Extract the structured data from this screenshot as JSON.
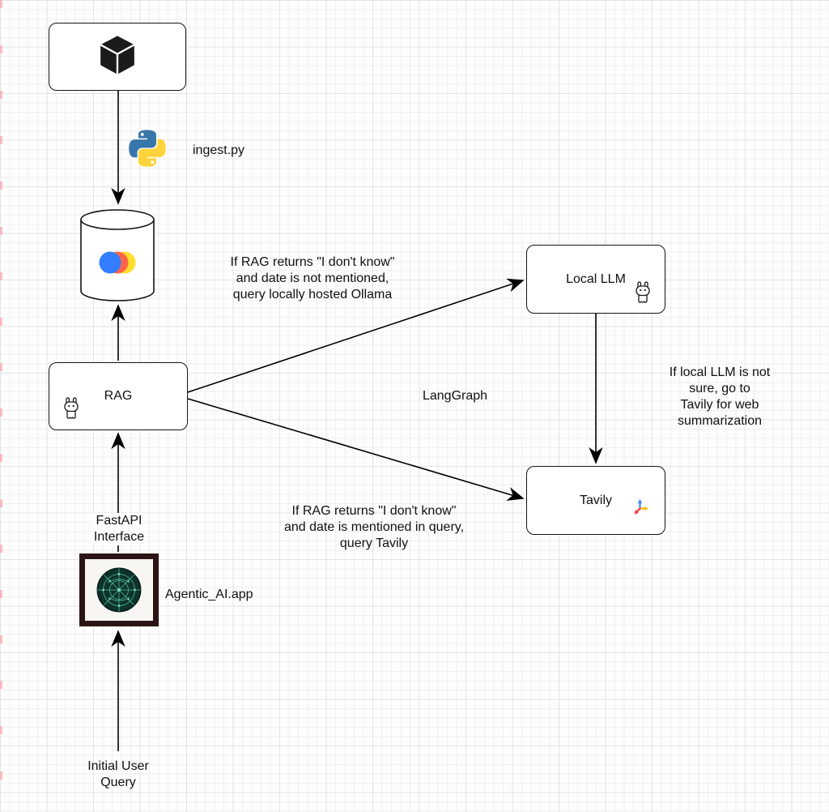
{
  "colors": {
    "stroke": "#000000",
    "background": "#fdfdfd",
    "grid_minor": "#f0f0f0",
    "grid_major": "#e3e3e3",
    "python_blue": "#3776AB",
    "python_yellow": "#FFD43B",
    "chroma_blue": "#327EFF",
    "chroma_red": "#FF6446",
    "chroma_yellow": "#FFDE2D",
    "tavily_blue": "#468BFF",
    "tavily_red": "#FE363B",
    "tavily_orange": "#FDBB11",
    "app_frame": "#2d1414",
    "app_circle": "#0d332c",
    "app_pattern": "#5bc9a0"
  },
  "icons": {
    "documents": "cube-icon",
    "ingest": "python-logo",
    "vector_db": "chroma-logo",
    "rag": "llama-icon",
    "local_llm": "llama-icon",
    "tavily": "tavily-arrows-logo",
    "app": "agentic-app-icon"
  },
  "nodes": {
    "rag": {
      "label": "RAG"
    },
    "local_llm": {
      "label": "Local LLM"
    },
    "tavily": {
      "label": "Tavily"
    },
    "app": {
      "label": "Agentic_AI.app"
    }
  },
  "labels": {
    "ingest_script": "ingest.py",
    "langgraph": "LangGraph",
    "fastapi_interface": "FastAPI\nInterface",
    "initial_user_query": "Initial User\nQuery",
    "note_rag_to_llm": "If RAG returns \"I don't know\"\nand date is not mentioned,\nquery locally hosted Ollama",
    "note_llm_to_tavily": "If local LLM is not sure, go to\nTavily for web summarization",
    "note_rag_to_tavily": "If RAG returns \"I don't know\"\nand date is mentioned in query,\nquery Tavily"
  }
}
